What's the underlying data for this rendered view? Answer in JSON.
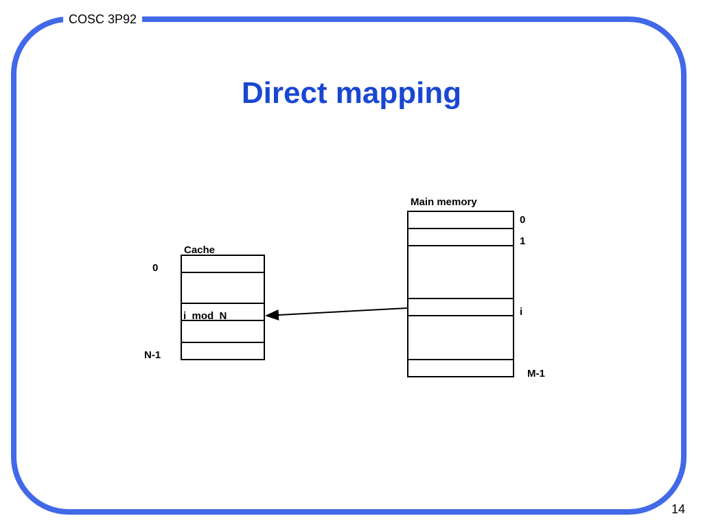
{
  "header": {
    "course": "COSC 3P92"
  },
  "slide": {
    "title": "Direct mapping",
    "page_number": "14"
  },
  "colors": {
    "frame": "#4169e8",
    "title": "#1947d1"
  },
  "cache": {
    "label": "Cache",
    "first_index": "0",
    "last_index": "N-1",
    "slot_label": "i  mod  N"
  },
  "memory": {
    "label": "Main memory",
    "index_0": "0",
    "index_1": "1",
    "index_i": "i",
    "last_index": "M-1"
  }
}
